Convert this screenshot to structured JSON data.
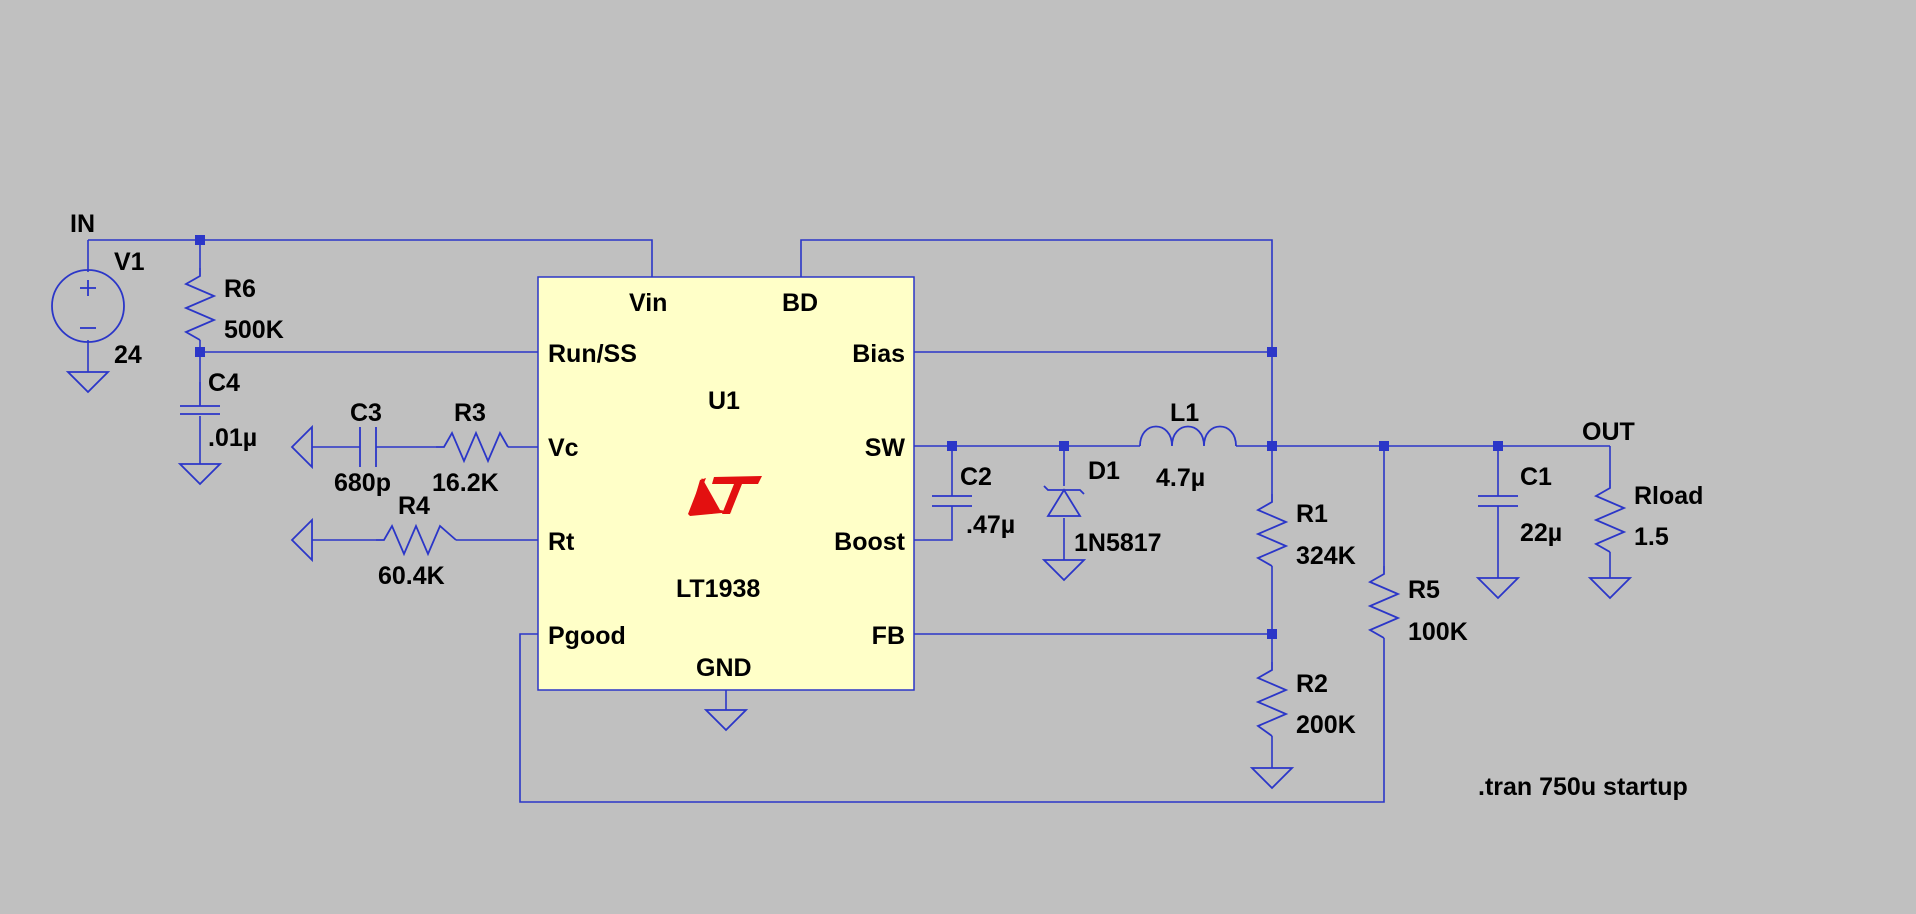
{
  "colors": {
    "background": "#c0c0c0",
    "wire": "#2b36c8",
    "ic_fill": "#ffffc8",
    "logo": "#e31010",
    "text": "#000000"
  },
  "nets": {
    "in": "IN",
    "out": "OUT"
  },
  "ic": {
    "ref": "U1",
    "part": "LT1938",
    "logo_icon": "linear-technology-logo",
    "pins": {
      "vin": "Vin",
      "bd": "BD",
      "run_ss": "Run/SS",
      "bias": "Bias",
      "vc": "Vc",
      "sw": "SW",
      "rt": "Rt",
      "boost": "Boost",
      "pgood": "Pgood",
      "fb": "FB",
      "gnd": "GND"
    }
  },
  "components": {
    "V1": {
      "ref": "V1",
      "value": "24"
    },
    "R6": {
      "ref": "R6",
      "value": "500K"
    },
    "C4": {
      "ref": "C4",
      "value": ".01µ"
    },
    "C3": {
      "ref": "C3",
      "value": "680p"
    },
    "R3": {
      "ref": "R3",
      "value": "16.2K"
    },
    "R4": {
      "ref": "R4",
      "value": "60.4K"
    },
    "C2": {
      "ref": "C2",
      "value": ".47µ"
    },
    "D1": {
      "ref": "D1",
      "value": "1N5817"
    },
    "L1": {
      "ref": "L1",
      "value": "4.7µ"
    },
    "R1": {
      "ref": "R1",
      "value": "324K"
    },
    "R2": {
      "ref": "R2",
      "value": "200K"
    },
    "R5": {
      "ref": "R5",
      "value": "100K"
    },
    "C1": {
      "ref": "C1",
      "value": "22µ"
    },
    "Rload": {
      "ref": "Rload",
      "value": "1.5"
    }
  },
  "directive": ".tran 750u startup"
}
